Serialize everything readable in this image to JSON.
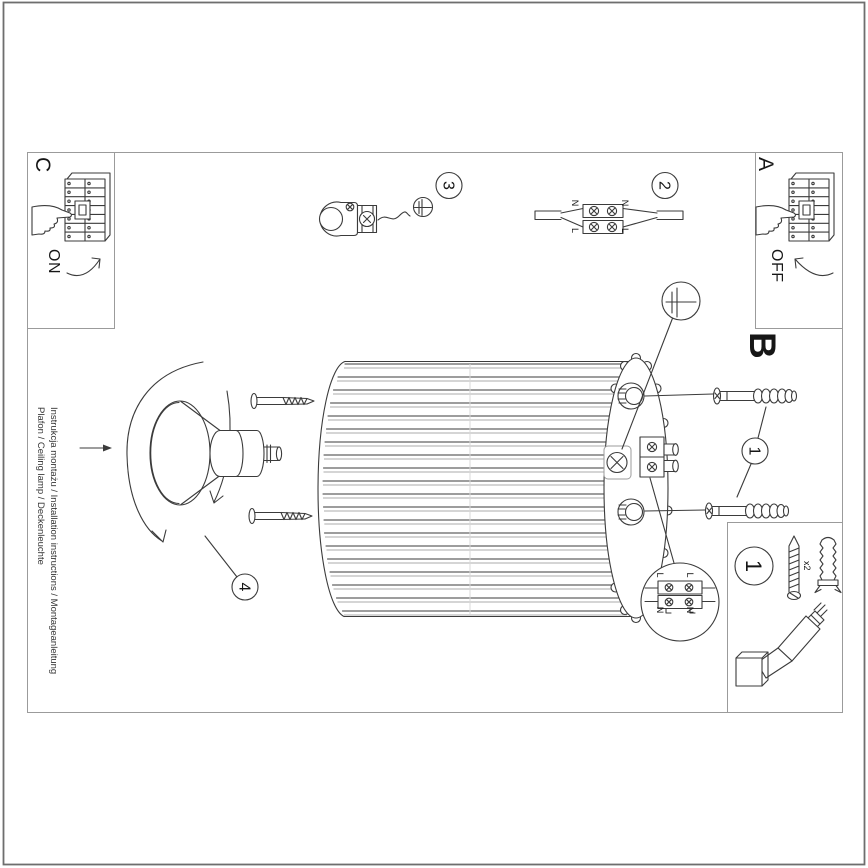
{
  "document": {
    "footer": {
      "line1": "Instrukcja montażu / Installation instructions / Montageanleitung",
      "line2": "Plafon / Ceiling lamp / Deckenleuchte"
    }
  },
  "panels": {
    "on": {
      "letter": "C",
      "label": "ON"
    },
    "off": {
      "letter": "A",
      "label": "OFF"
    }
  },
  "section_letter": "B",
  "steps": {
    "one": "1",
    "two": "2",
    "three": "3",
    "four": "4"
  },
  "wiring": {
    "upper_left": "N",
    "upper_right": "N",
    "lower_left": "L",
    "lower_right": "L"
  },
  "wiring_detail": {
    "upper_left": "L",
    "upper_right": "L",
    "lower_left": "N",
    "lower_right": "N"
  },
  "parts": {
    "step": "1",
    "screw_quantity": "x2"
  },
  "colors": {
    "line": "#3b3b3b",
    "frame": "#9b9b9b",
    "text": "#161616",
    "background": "#ffffff"
  }
}
